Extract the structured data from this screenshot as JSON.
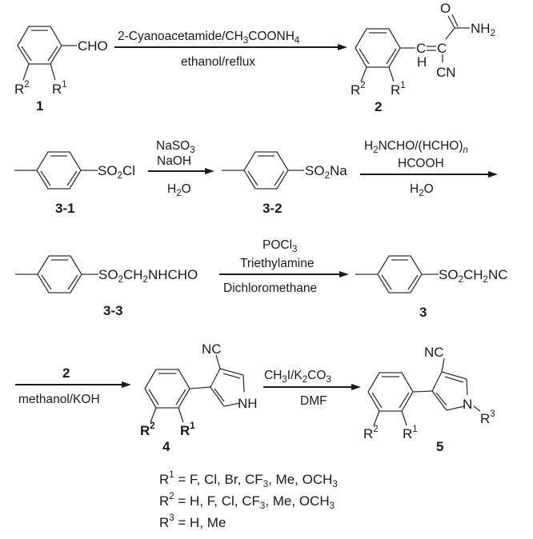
{
  "scheme": {
    "title": "Synthesis of 4-aryl-1H-pyrrole-3-carbonitriles",
    "compounds": {
      "c1": {
        "number": "1",
        "group": "CHO",
        "r1": "R",
        "r1_sup": "1",
        "r2": "R",
        "r2_sup": "2"
      },
      "c2": {
        "number": "2",
        "o": "O",
        "nh2_main": "NH",
        "nh2_sub": "2",
        "c_a": "C",
        "c_b": "C",
        "h": "H",
        "cn": "CN",
        "r1": "R",
        "r1_sup": "1",
        "r2": "R",
        "r2_sup": "2"
      },
      "c3_1": {
        "number": "3-1",
        "group_a": "SO",
        "group_sub": "2",
        "group_b": "Cl"
      },
      "c3_2": {
        "number": "3-2",
        "group_a": "SO",
        "group_sub": "2",
        "group_b": "Na"
      },
      "c3_3": {
        "number": "3-3",
        "group_a": "SO",
        "sub1": "2",
        "group_b": "CH",
        "sub2": "2",
        "group_c": "NHCHO"
      },
      "c3": {
        "number": "3",
        "group_a": "SO",
        "sub1": "2",
        "group_b": "CH",
        "sub2": "2",
        "group_c": "NC"
      },
      "c4": {
        "number": "4",
        "nc": "NC",
        "nh": "NH",
        "r1": "R",
        "r1_sup": "1",
        "r2": "R",
        "r2_sup": "2"
      },
      "c5": {
        "number": "5",
        "nc": "NC",
        "n": "N",
        "r3": "R",
        "r3_sup": "3",
        "r1": "R",
        "r1_sup": "1",
        "r2": "R",
        "r2_sup": "2"
      }
    },
    "reactions": {
      "step1": {
        "above_a": "2-Cyanoacetamide/CH",
        "above_sub1": "3",
        "above_b": "COONH",
        "above_sub2": "4",
        "below": "ethanol/reflux"
      },
      "step2": {
        "line1_a": "NaSO",
        "line1_sub": "3",
        "line2": "NaOH",
        "below_a": "H",
        "below_sub": "2",
        "below_b": "O"
      },
      "step3": {
        "line1_a": "H",
        "line1_sub1": "2",
        "line1_b": "NCHO/(HCHO)",
        "line1_sub2": "n",
        "line2": "HCOOH",
        "below_a": "H",
        "below_sub": "2",
        "below_b": "O"
      },
      "step4": {
        "line1_a": "POCl",
        "line1_sub": "3",
        "line2": "Triethylamine",
        "below": "Dichloromethane"
      },
      "step5": {
        "above": "2",
        "below": "methanol/KOH"
      },
      "step6": {
        "above_a": "CH",
        "above_sub1": "3",
        "above_b": "I/K",
        "above_sub2": "2",
        "above_c": "CO",
        "above_sub3": "3",
        "below": "DMF"
      }
    },
    "substituents": [
      {
        "label": "R",
        "sup": "1",
        "text_a": " =  F, Cl, Br, CF",
        "sub": "3",
        "text_b": ", Me, OCH",
        "sub2": "3"
      },
      {
        "label": "R",
        "sup": "2",
        "text_a": " = H,  F, Cl, CF",
        "sub": "3",
        "text_b": ", Me, OCH",
        "sub2": "3"
      },
      {
        "label": "R",
        "sup": "3",
        "text_a": " = H, Me",
        "sub": "",
        "text_b": "",
        "sub2": ""
      }
    ]
  }
}
